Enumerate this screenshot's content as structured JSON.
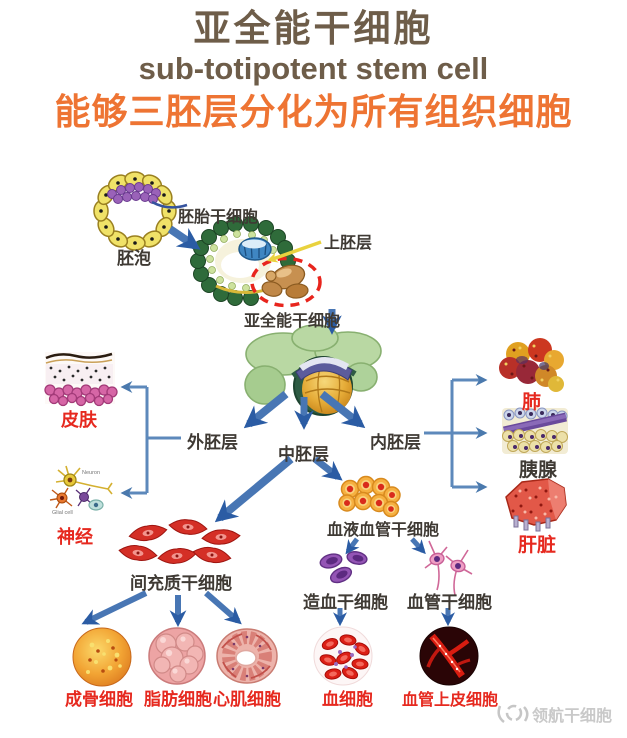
{
  "header": {
    "title_zh": "亚全能干细胞",
    "title_en": "sub-totipotent stem cell",
    "tagline": "能够三胚层分化为所有组织细胞"
  },
  "labels": {
    "blastocyst": "胚泡",
    "embryonic_stem_cell": "胚胎干细胞",
    "epiblast": "上胚层",
    "sub_totipotent_stem_cell": "亚全能干细胞",
    "ectoderm": "外胚层",
    "mesoderm": "中胚层",
    "endoderm": "内胚层",
    "skin": "皮肤",
    "nerve": "神经",
    "lung": "肺",
    "pancreas": "胰腺",
    "liver": "肝脏",
    "mesenchymal_stem_cell": "间充质干细胞",
    "blood_vessel_stem_cell": "血液血管干细胞",
    "hematopoietic_stem_cell": "造血干细胞",
    "vascular_stem_cell": "血管干细胞",
    "osteoblast": "成骨细胞",
    "adipocyte": "脂肪细胞",
    "cardiomyocyte": "心肌细胞",
    "blood_cell": "血细胞",
    "vascular_epithelial_cell": "血管上皮细胞",
    "neuron_caption": "Neuron",
    "glial_caption": "Glial cell"
  },
  "watermark": {
    "brand": "领航干细胞"
  },
  "colors": {
    "title_brown": "#6e5d49",
    "tagline_orange": "#ee7433",
    "label_red": "#e6291f",
    "label_dark": "#3f3a34",
    "arrow_blue": "#4876b4",
    "bracket_blue": "#5d89bb",
    "dashed_circle_red": "#e8251d",
    "epiblast_pointer_yellow": "#e9d23e"
  }
}
